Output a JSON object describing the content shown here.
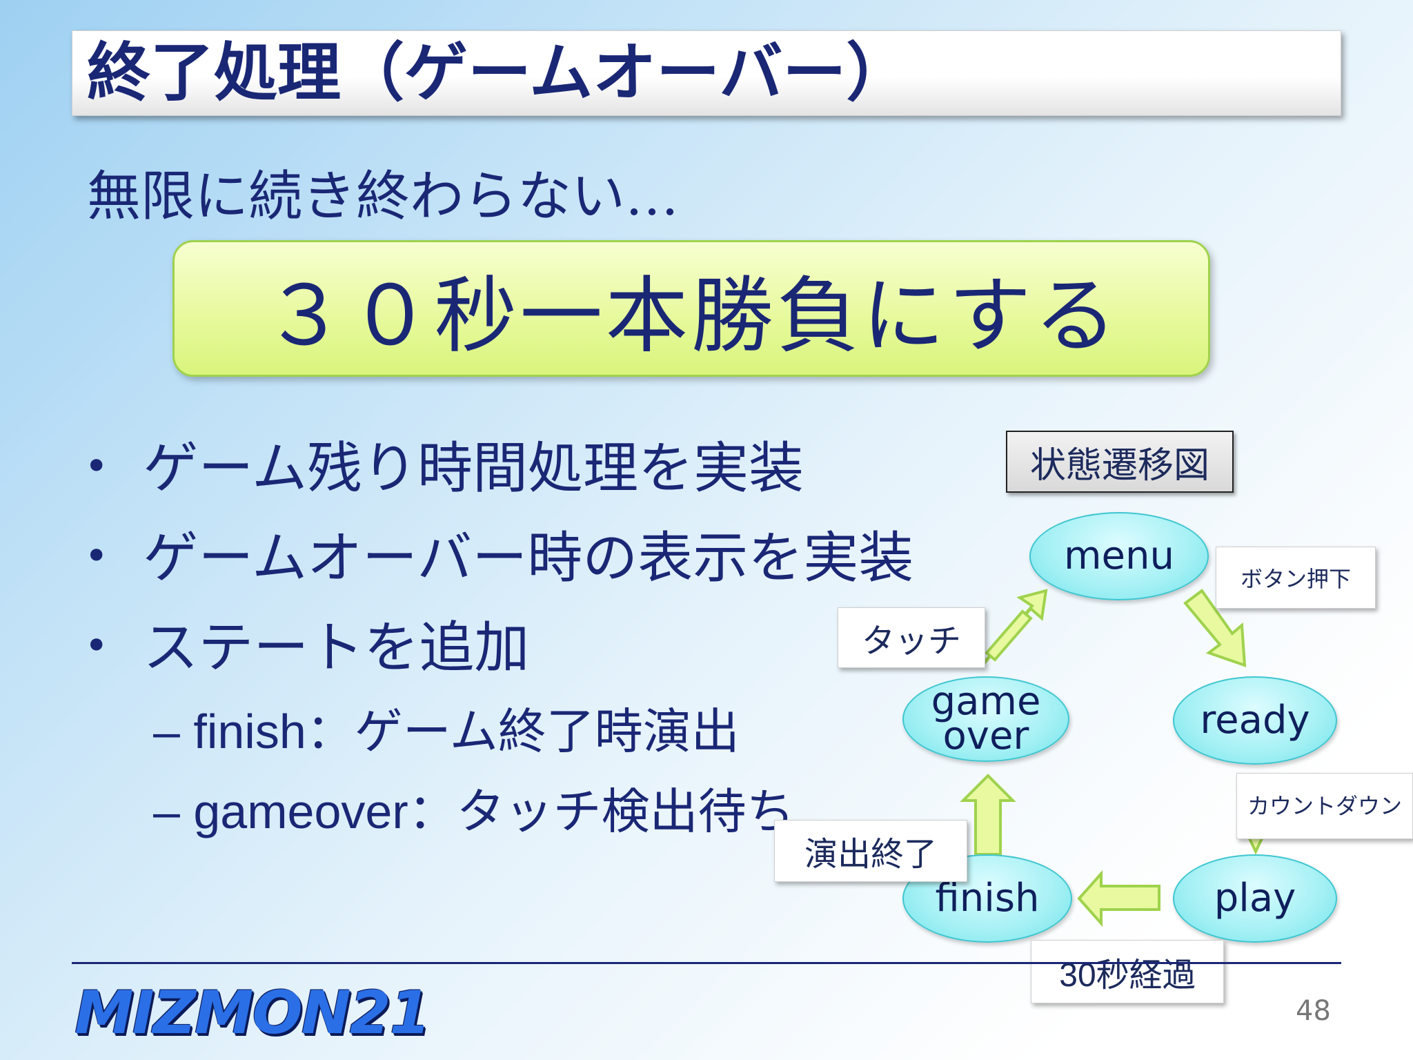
{
  "slide": {
    "title": "終了処理（ゲームオーバー）",
    "subtitle": "無限に続き終わらない…",
    "highlight": "３０秒一本勝負にする",
    "bullets": [
      "ゲーム残り時間処理を実装",
      "ゲームオーバー時の表示を実装",
      "ステートを追加"
    ],
    "subbullets": [
      {
        "prefix": "– finish",
        "text": "：ゲーム終了時演出"
      },
      {
        "prefix": "– gameover",
        "text": "：タッチ検出待ち"
      }
    ],
    "page_number": "48",
    "logo_text": "MIZMON21"
  },
  "diagram": {
    "title": "状態遷移図",
    "states": {
      "menu": "menu",
      "ready": "ready",
      "play": "play",
      "finish": "finish",
      "gameover": "game over"
    },
    "transitions": {
      "menu_to_ready": "ボタン押下",
      "ready_to_play": "カウントダウン",
      "play_to_finish": "30秒経過",
      "finish_to_gameover": "演出終了",
      "gameover_to_menu": "タッチ"
    },
    "colors": {
      "state_fill": "#a3f0f4",
      "arrow_fill": "#e8f9a0",
      "arrow_stroke": "#9fd24d"
    }
  }
}
